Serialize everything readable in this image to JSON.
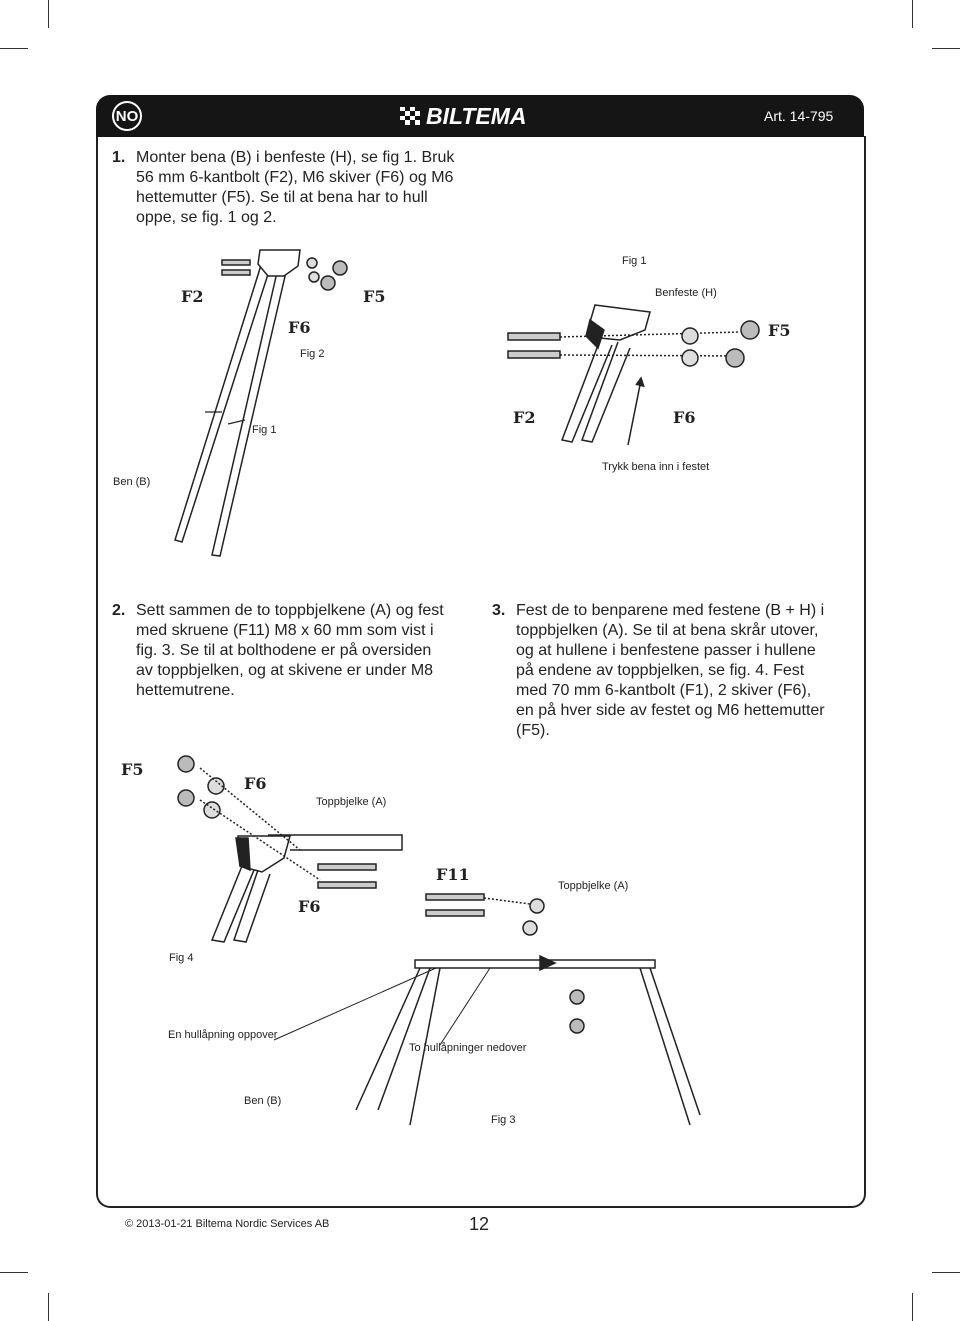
{
  "header": {
    "badge": "NO",
    "logo": "BILTEMA",
    "article": "Art. 14-795"
  },
  "step1": {
    "number": "1.",
    "lines": [
      "Monter bena (B) i benfeste (H), se fig 1. Bruk",
      "56 mm 6-kantbolt (F2), M6 skiver (F6) og M6",
      "hettemutter (F5). Se til at bena har to hull",
      "oppe, se fig. 1 og 2."
    ]
  },
  "step2": {
    "number": "2.",
    "lines": [
      "Sett sammen de to toppbjelkene (A) og fest",
      "med skruene (F11) M8 x 60 mm som vist i",
      "fig. 3. Se til at bolthodene er på oversiden",
      "av toppbjelken, og at skivene er under M8",
      "hettemutrene."
    ]
  },
  "step3": {
    "number": "3.",
    "lines": [
      "Fest de to benparene med festene (B + H) i",
      "toppbjelken (A). Se til at bena skrår utover,",
      "og at hullene i benfestene passer i hullene",
      "på endene av toppbjelken, se fig. 4. Fest",
      "med 70 mm 6-kantbolt (F1), 2 skiver (F6),",
      "en på hver side av festet og M6 hettemutter",
      "(F5)."
    ]
  },
  "figure_top": {
    "f2_left": "F2",
    "f5_mid": "F5",
    "f6_left": "F6",
    "fig2": "Fig 2",
    "fig1_left": "Fig 1",
    "ben_b": "Ben (B)",
    "fig1_right": "Fig 1",
    "benfeste": "Benfeste (H)",
    "f5_right": "F5",
    "f2_right": "F2",
    "f6_right": "F6",
    "trykk": "Trykk bena inn i festet"
  },
  "figure_bottom": {
    "f5": "F5",
    "f6_top": "F6",
    "toppbjelke_1": "Toppbjelke (A)",
    "f6_bottom": "F6",
    "f11": "F11",
    "toppbjelke_2": "Toppbjelke (A)",
    "fig4": "Fig 4",
    "en_hull": "En hullåpning oppover",
    "to_hull": "To hullåpninger nedover",
    "ben_b": "Ben (B)",
    "fig3": "Fig 3"
  },
  "footer": {
    "copyright": "© 2013-01-21 Biltema Nordic Services AB",
    "page": "12"
  }
}
